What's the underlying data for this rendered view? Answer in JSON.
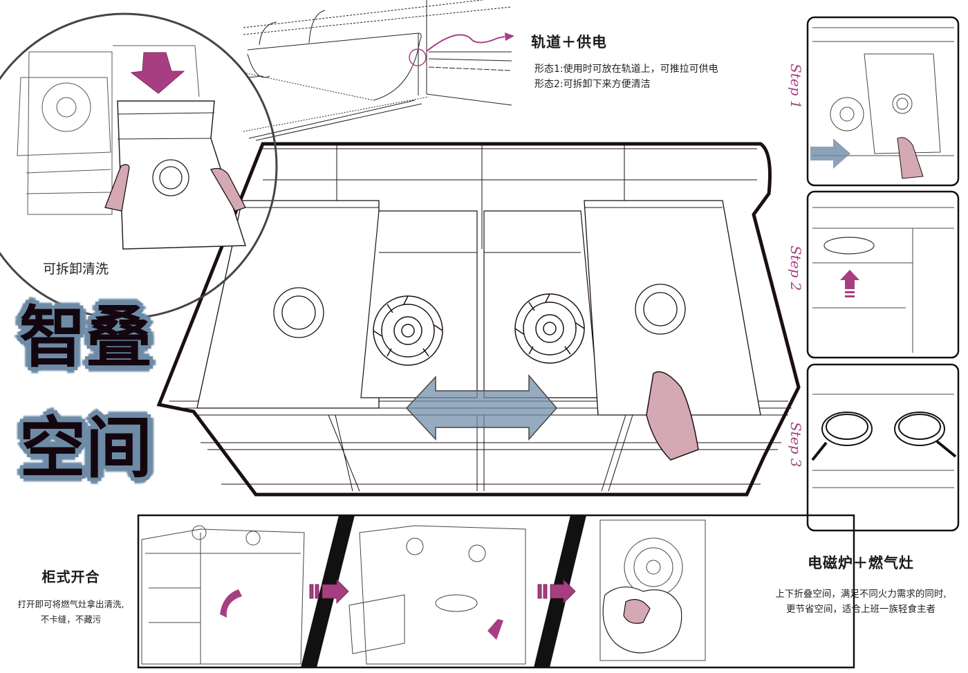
{
  "main_title": {
    "line1": "智叠",
    "line2": "空间"
  },
  "circle_detail": {
    "caption": "可拆卸清洗"
  },
  "rail_section": {
    "title": "轨道＋供电",
    "lines": [
      "形态1:使用时可放在轨道上，可推拉可供电",
      "形态2:可拆卸下来方便清洁"
    ]
  },
  "cabinet_section": {
    "title": "柜式开合",
    "lines": [
      "打开即可将燃气灶拿出清洗,",
      "不卡缝，不藏污"
    ]
  },
  "combo_section": {
    "title": "电磁炉＋燃气灶",
    "lines": [
      "上下折叠空间，满足不同火力需求的同时,",
      "更节省空间，适合上班一族轻食主者"
    ]
  },
  "steps": [
    "Step 1",
    "Step 2",
    "Step 3"
  ],
  "colors": {
    "accent_pink": "#a83e82",
    "accent_blue": "#6e8ba6",
    "skin": "#d4a9b4",
    "ink": "#14060f"
  }
}
